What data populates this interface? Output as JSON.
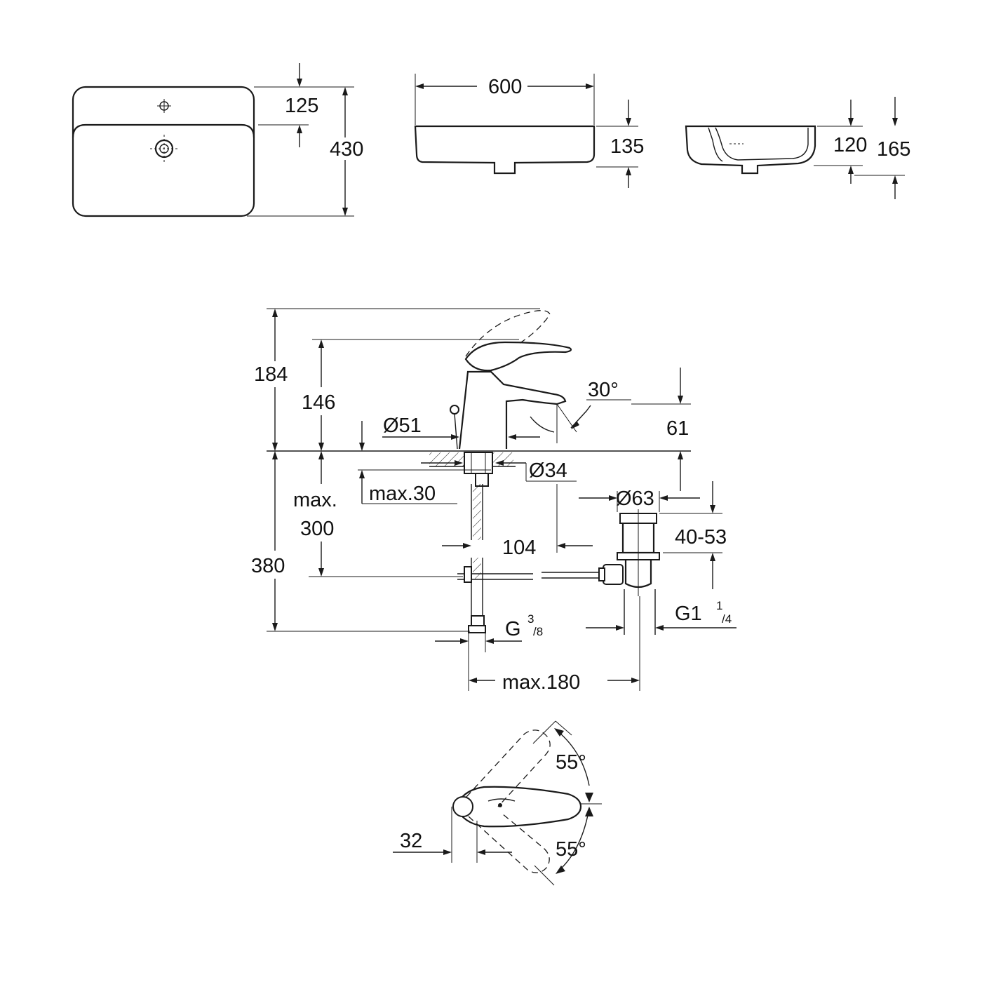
{
  "colors": {
    "line": "#1a1a1a",
    "background": "#ffffff"
  },
  "basin": {
    "top_view": {
      "dim_tap_hole": "125",
      "dim_depth": "430"
    },
    "front_view": {
      "dim_width": "600",
      "dim_height": "135"
    },
    "side_view": {
      "dim_inner": "120",
      "dim_total": "165"
    }
  },
  "faucet": {
    "dim_total_height": "184",
    "dim_body_height": "146",
    "dim_base_diameter": "Ø51",
    "dim_spout_angle": "30°",
    "dim_spout_height": "61",
    "dim_hole_diameter": "Ø34",
    "dim_max_counter": "max.30",
    "dim_max_hose_label": "max.",
    "dim_max_hose_value": "300",
    "dim_projection": "104",
    "dim_below_deck": "380",
    "connection_main": "G",
    "connection_sup": "3",
    "connection_sub": "/8",
    "dim_waste_diameter": "Ø63",
    "dim_waste_range": "40-53",
    "waste_thread_main": "G1",
    "waste_thread_sup": "1",
    "waste_thread_sub": "/4",
    "dim_waste_distance": "max.180"
  },
  "lever_top_view": {
    "dim_angle_upper": "55°",
    "dim_angle_lower": "55°",
    "dim_offset": "32"
  }
}
